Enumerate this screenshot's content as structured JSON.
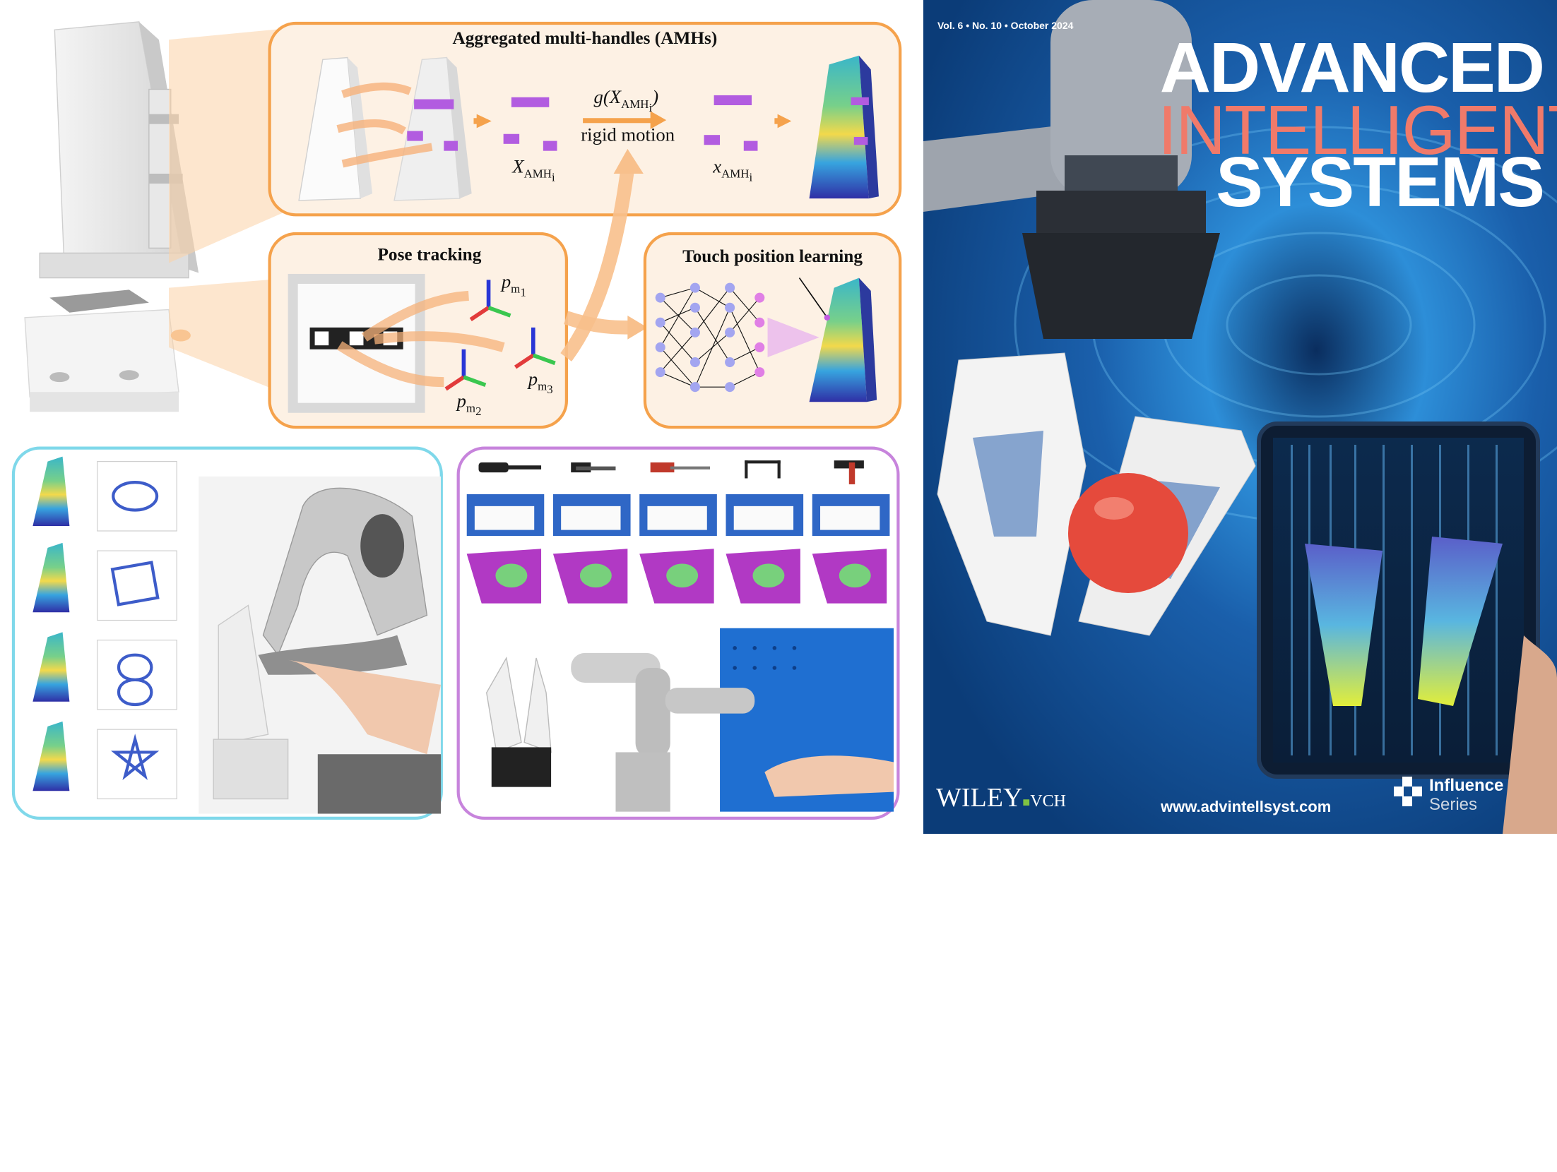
{
  "panels": {
    "amh": {
      "title": "Aggregated multi-handles (AMHs)",
      "g_label": "g(X",
      "g_label_sub": "AMH",
      "g_label_sub2": "i",
      "g_label_end": ")",
      "rigid_motion": "rigid motion",
      "X_label": "X",
      "X_sub": "AMH",
      "X_sub2": "i",
      "x_label": "x",
      "x_sub": "AMH",
      "x_sub2": "i"
    },
    "pose": {
      "title": "Pose tracking",
      "p1": "p",
      "p1_sub": "m",
      "p1_sub2": "1",
      "p2": "p",
      "p2_sub": "m",
      "p2_sub2": "2",
      "p3": "p",
      "p3_sub": "m",
      "p3_sub2": "3"
    },
    "touch": {
      "title": "Touch position learning"
    }
  },
  "cover": {
    "issue": "Vol. 6 • No. 10 • October 2024",
    "title_line1": "ADVANCED",
    "title_line2": "INTELLIGENT",
    "title_line3": "SYSTEMS",
    "publisher_main": "WILEY",
    "publisher_suffix": "VCH",
    "website": "www.advintellsyst.com",
    "series_line1": "Influence",
    "series_line2": "Series"
  },
  "colors": {
    "orange_border": "#f5a24c",
    "orange_fill": "#fdf1e4",
    "cyan_border": "#7fd8ea",
    "purple_border": "#c784dc",
    "cover_bg": "#0e4d8f",
    "cover_accent": "#f07a6a"
  }
}
